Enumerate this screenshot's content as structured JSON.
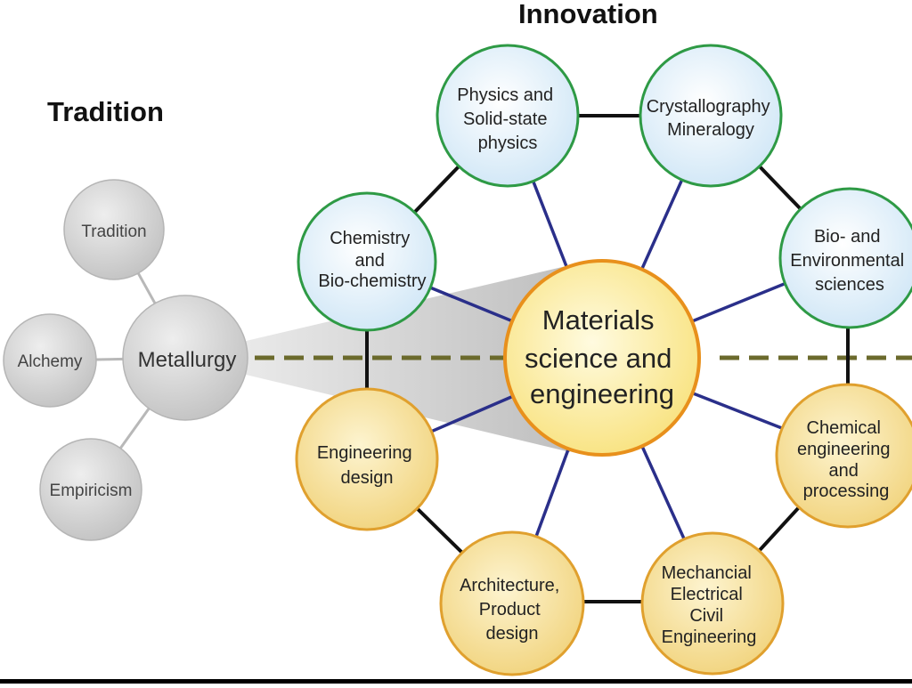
{
  "headings": {
    "innovation": "Innovation",
    "tradition": "Tradition"
  },
  "center": {
    "lines": [
      "Materials",
      "science and",
      "engineering"
    ]
  },
  "science_nodes": [
    {
      "id": "physics",
      "lines": [
        "Physics and",
        "Solid-state",
        "physics"
      ]
    },
    {
      "id": "crystallography",
      "lines": [
        "Crystallography",
        "Mineralogy"
      ]
    },
    {
      "id": "bio-env",
      "lines": [
        "Bio- and",
        "Environmental",
        "sciences"
      ]
    },
    {
      "id": "chemistry",
      "lines": [
        "Chemistry",
        "and",
        "Bio-chemistry"
      ]
    }
  ],
  "engineering_nodes": [
    {
      "id": "chemical-eng",
      "lines": [
        "Chemical",
        "engineering",
        "and",
        "processing"
      ]
    },
    {
      "id": "mech-elec-civil",
      "lines": [
        "Mechancial",
        "Electrical",
        "Civil",
        "Engineering"
      ]
    },
    {
      "id": "architecture",
      "lines": [
        "Architecture,",
        "Product",
        "design"
      ]
    },
    {
      "id": "eng-design",
      "lines": [
        "Engineering",
        "design"
      ]
    }
  ],
  "tradition_nodes": {
    "hub": "Metallurgy",
    "spokes": [
      "Tradition",
      "Alchemy",
      "Empiricism"
    ]
  },
  "colors": {
    "science_fill": "#e4f2fb",
    "science_stroke": "#2e9a45",
    "engineering_fill": "#f8e6a6",
    "engineering_stroke": "#e0a02e",
    "center_fill": "#fdf2a8",
    "center_stroke": "#e8901c",
    "spoke_line": "#2a2f8a",
    "ring_line": "#111111",
    "dashed_line": "#6b6a2c",
    "tradition_fill": "#d2d2d2",
    "tradition_stroke": "#b5b5b5"
  }
}
